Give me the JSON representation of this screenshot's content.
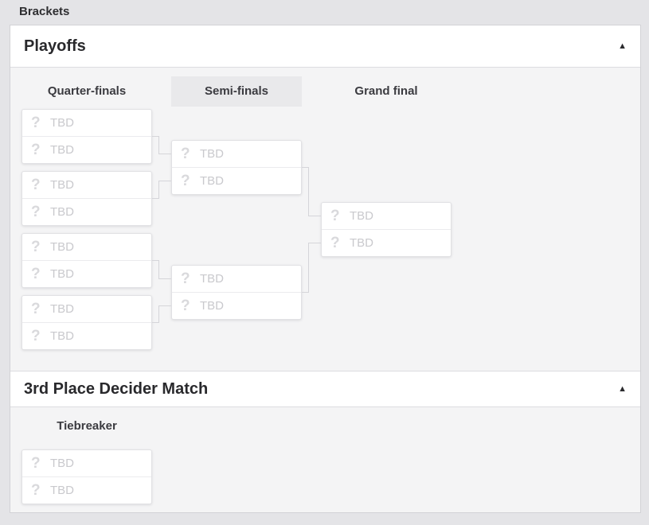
{
  "page": {
    "title": "Brackets"
  },
  "icons": {
    "collapse": "▲",
    "unknown_participant": "?"
  },
  "colors": {
    "page_background": "#e4e4e7",
    "content_background": "#f4f4f5",
    "header_background": "#ffffff",
    "round_chip_background": "#e9e9eb",
    "placeholder_text": "#c9c9cd",
    "connector_line": "#d5d5d9"
  },
  "sections": [
    {
      "title": "Playoffs",
      "collapsed": false,
      "rounds": [
        {
          "label": "Quarter-finals",
          "highlighted": false,
          "matches": [
            {
              "slots": [
                {
                  "glyph": "?",
                  "label": "TBD"
                },
                {
                  "glyph": "?",
                  "label": "TBD"
                }
              ]
            },
            {
              "slots": [
                {
                  "glyph": "?",
                  "label": "TBD"
                },
                {
                  "glyph": "?",
                  "label": "TBD"
                }
              ]
            },
            {
              "slots": [
                {
                  "glyph": "?",
                  "label": "TBD"
                },
                {
                  "glyph": "?",
                  "label": "TBD"
                }
              ]
            },
            {
              "slots": [
                {
                  "glyph": "?",
                  "label": "TBD"
                },
                {
                  "glyph": "?",
                  "label": "TBD"
                }
              ]
            }
          ]
        },
        {
          "label": "Semi-finals",
          "highlighted": true,
          "matches": [
            {
              "slots": [
                {
                  "glyph": "?",
                  "label": "TBD"
                },
                {
                  "glyph": "?",
                  "label": "TBD"
                }
              ]
            },
            {
              "slots": [
                {
                  "glyph": "?",
                  "label": "TBD"
                },
                {
                  "glyph": "?",
                  "label": "TBD"
                }
              ]
            }
          ]
        },
        {
          "label": "Grand final",
          "highlighted": false,
          "matches": [
            {
              "slots": [
                {
                  "glyph": "?",
                  "label": "TBD"
                },
                {
                  "glyph": "?",
                  "label": "TBD"
                }
              ]
            }
          ]
        }
      ]
    },
    {
      "title": "3rd Place Decider Match",
      "collapsed": false,
      "rounds": [
        {
          "label": "Tiebreaker",
          "highlighted": false,
          "matches": [
            {
              "slots": [
                {
                  "glyph": "?",
                  "label": "TBD"
                },
                {
                  "glyph": "?",
                  "label": "TBD"
                }
              ]
            }
          ]
        }
      ]
    }
  ]
}
